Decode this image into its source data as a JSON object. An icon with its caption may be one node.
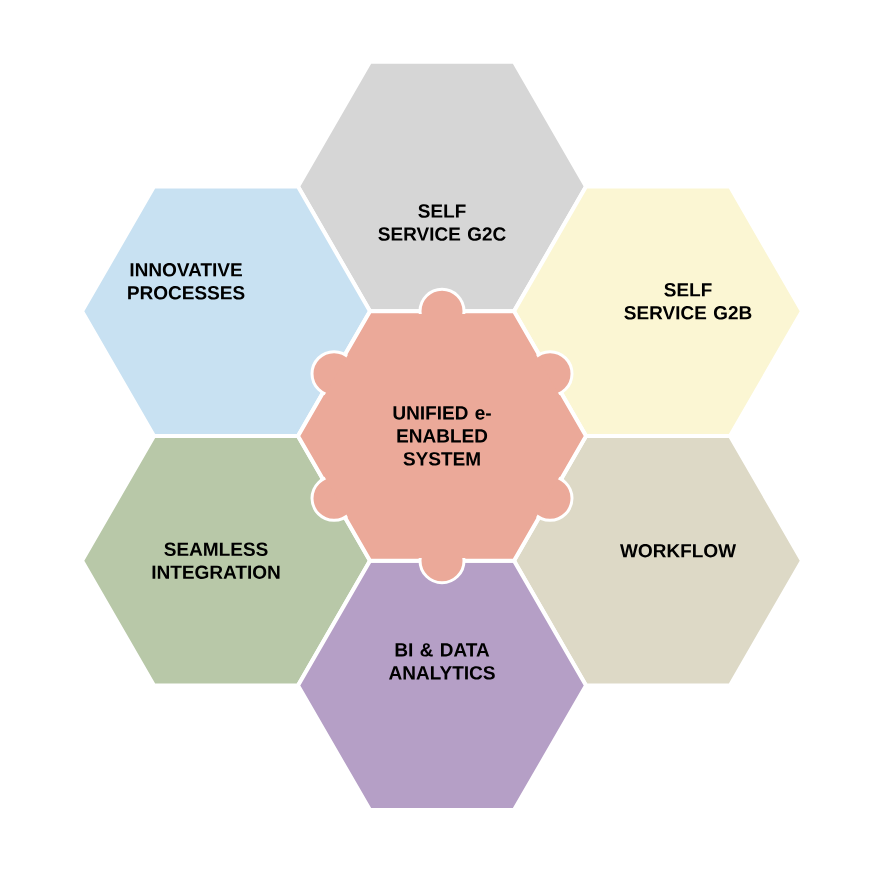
{
  "diagram": {
    "nodes": [
      {
        "text": [
          "SELF SERVICE G2C"
        ]
      },
      {
        "text": [
          "INNOVATIVE PROCESSES"
        ]
      },
      {
        "text": [
          "SELF SERVICE G2B"
        ]
      },
      {
        "text": [
          "UNIFIED e-ENABLED SYSTEM"
        ]
      },
      {
        "text": [
          "SEAMLESS INTEGRATION"
        ]
      },
      {
        "text": [
          "WORKFLOW"
        ]
      },
      {
        "text": [
          "BI & DATA ANALYTICS"
        ]
      }
    ]
  }
}
